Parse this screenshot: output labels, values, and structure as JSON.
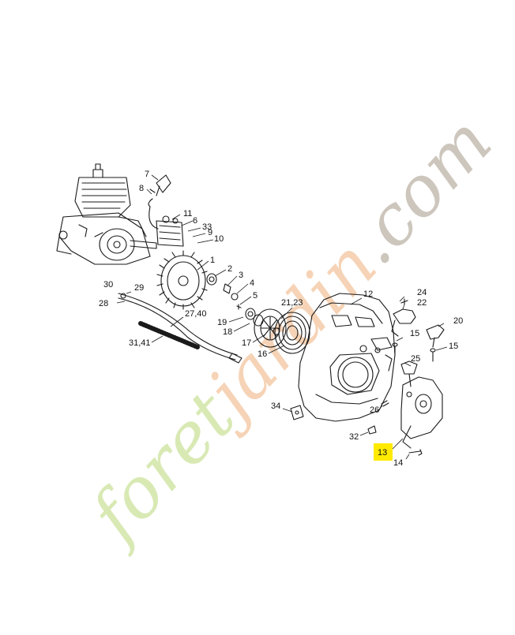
{
  "watermark": {
    "text_part_1": "foret",
    "text_part_2": "jardin",
    "text_part_3": ".com",
    "color_1": "#d9e9b4",
    "color_2": "#f6d3b6",
    "color_3": "#cdc6bd"
  },
  "highlight_color": "#ffea00",
  "labels": {
    "l7": "7",
    "l8": "8",
    "l11": "11",
    "l6": "6",
    "l33": "33",
    "l9": "9",
    "l10": "10",
    "l1": "1",
    "l2": "2",
    "l3": "3",
    "l4": "4",
    "l5": "5",
    "l30": "30",
    "l29": "29",
    "l28": "28",
    "l27_40": "27,40",
    "l31_41": "31,41",
    "l21_23": "21,23",
    "l19": "19",
    "l18": "18",
    "l17": "17",
    "l16": "16",
    "l12": "12",
    "l24": "24",
    "l22": "22",
    "l20": "20",
    "l15a": "15",
    "l15b": "15",
    "l25": "25",
    "l26": "26",
    "l34": "34",
    "l32": "32",
    "l13": "13",
    "l14": "14"
  }
}
